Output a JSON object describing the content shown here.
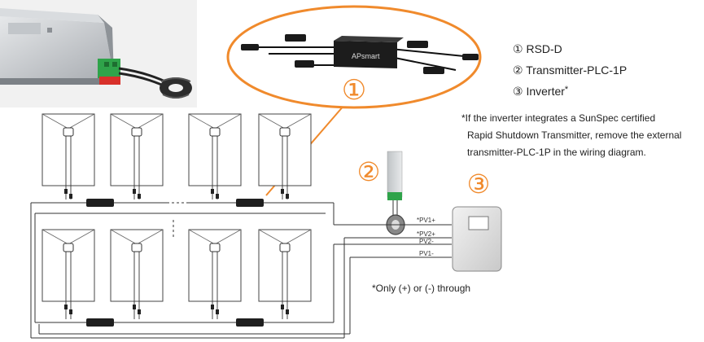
{
  "legend": {
    "items": [
      {
        "marker": "①",
        "label": "RSD-D"
      },
      {
        "marker": "②",
        "label": "Transmitter-PLC-1P"
      },
      {
        "marker": "③",
        "label": "Inverter",
        "suffix": "*"
      }
    ]
  },
  "note": {
    "lines": [
      "*If the inverter integrates a SunSpec certified",
      "Rapid Shutdown Transmitter, remove the external",
      "transmitter-PLC-1P in the wiring diagram."
    ]
  },
  "through_note": "*Only (+) or (-) through",
  "wire_labels": {
    "pv1_plus": "*PV1+",
    "pv2_plus": "*PV2+",
    "pv2_minus": "PV2-",
    "pv1_minus": "PV1-"
  },
  "callouts": {
    "rsd": "①",
    "transmitter": "②",
    "inverter": "③"
  },
  "device_logo": "APsmart",
  "colors": {
    "accent_orange": "#f08a2c",
    "terminal_green": "#2fa34a",
    "terminal_red": "#d8302a",
    "wire": "#333333"
  }
}
